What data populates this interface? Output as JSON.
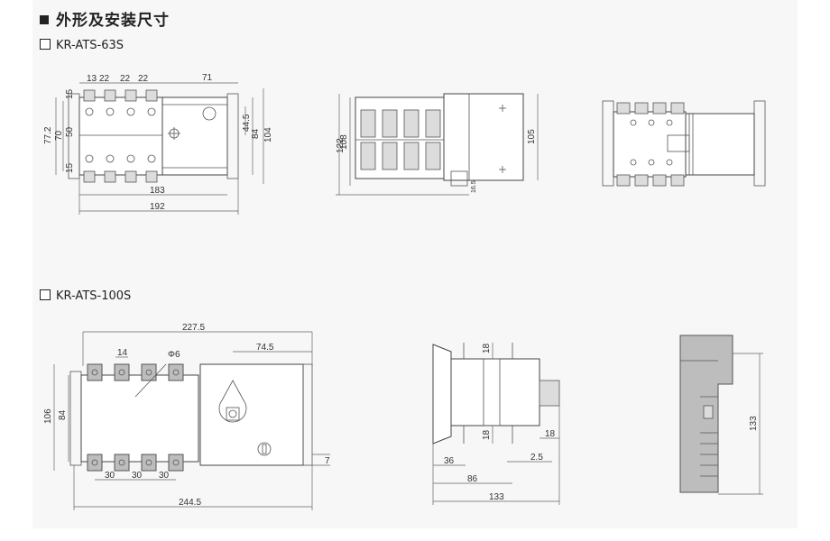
{
  "section_title": "外形及安装尺寸",
  "models": [
    {
      "label": "KR-ATS-63S"
    },
    {
      "label": "KR-ATS-100S"
    }
  ],
  "dims_63s_front": {
    "top": [
      "13",
      "22",
      "22",
      "22"
    ],
    "right_top": "71",
    "left_outer": "77.2",
    "left_mid": "70",
    "left_inner": "50",
    "left_small_top": "15",
    "left_small_bottom": "15",
    "right_a": "44.5",
    "right_b": "84",
    "right_c": "104",
    "bottom_a": "183",
    "bottom_b": "192"
  },
  "dims_63s_side": {
    "left_outer": "122",
    "left_inner": "108",
    "right": "105",
    "small": "16.5"
  },
  "dims_100s_front": {
    "top_total": "227.5",
    "top_right": "74.5",
    "pitch_top": "14",
    "hole": "Φ6",
    "left_outer": "106",
    "left_inner": "84",
    "pitches": [
      "30",
      "30",
      "30"
    ],
    "bottom_total": "244.5",
    "right_small": "7"
  },
  "dims_100s_side": {
    "top": "18",
    "bottom": "18",
    "right": "18",
    "a": "36",
    "b": "2.5",
    "c": "86",
    "d": "133"
  },
  "dims_100s_end": {
    "height": "133"
  }
}
